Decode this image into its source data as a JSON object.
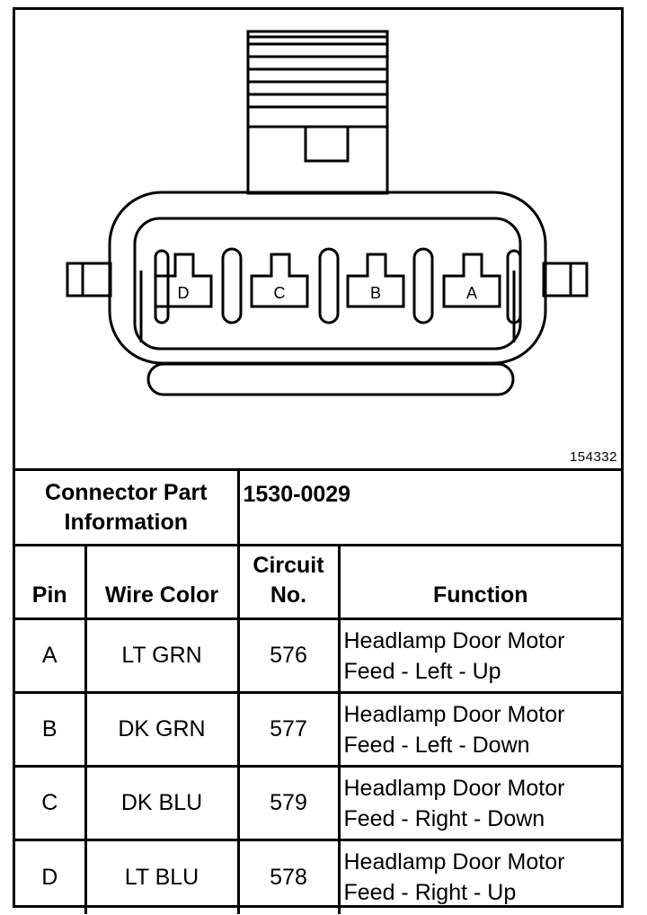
{
  "figure_id": "154332",
  "connector": {
    "pins": [
      {
        "letter": "D"
      },
      {
        "letter": "C"
      },
      {
        "letter": "B"
      },
      {
        "letter": "A"
      }
    ]
  },
  "part_info": {
    "label_line1": "Connector Part",
    "label_line2": "Information",
    "part_number": "1530-0029"
  },
  "table": {
    "headers": {
      "pin": "Pin",
      "wire_color": "Wire Color",
      "circuit_line1": "Circuit",
      "circuit_line2": "No.",
      "function": "Function"
    },
    "rows": [
      {
        "pin": "A",
        "wire_color": "LT GRN",
        "circuit": "576",
        "function_line1": "Headlamp Door Motor",
        "function_line2": "Feed - Left - Up"
      },
      {
        "pin": "B",
        "wire_color": "DK GRN",
        "circuit": "577",
        "function_line1": "Headlamp Door Motor",
        "function_line2": "Feed - Left - Down"
      },
      {
        "pin": "C",
        "wire_color": "DK BLU",
        "circuit": "579",
        "function_line1": "Headlamp Door Motor",
        "function_line2": "Feed - Right - Down"
      },
      {
        "pin": "D",
        "wire_color": "LT BLU",
        "circuit": "578",
        "function_line1": "Headlamp Door Motor",
        "function_line2": "Feed - Right - Up"
      }
    ]
  }
}
